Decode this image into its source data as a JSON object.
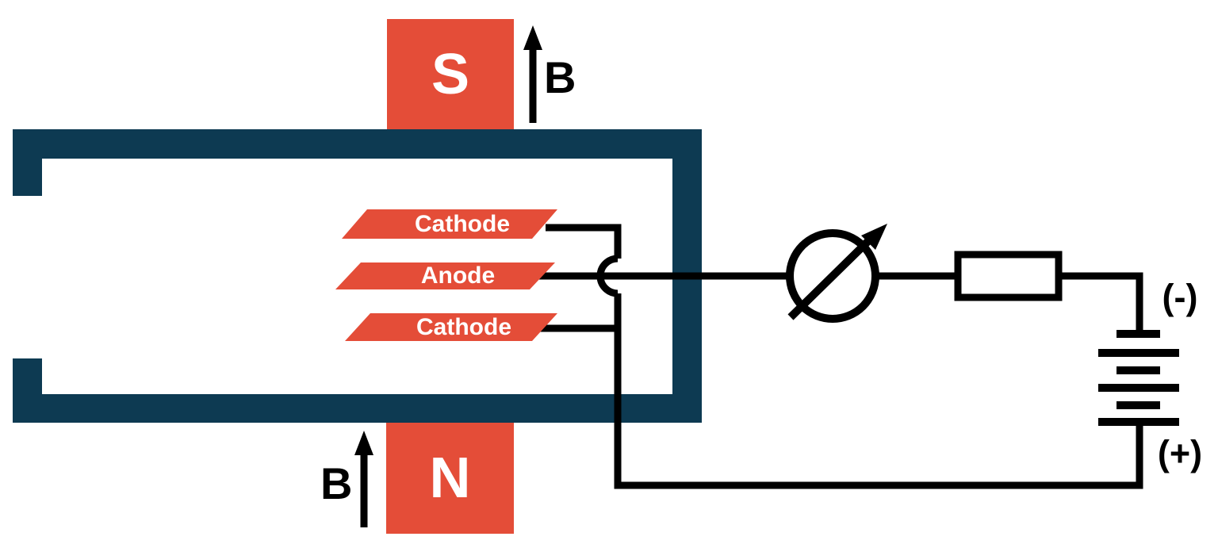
{
  "labels": {
    "magnet_top": "S",
    "magnet_bottom": "N",
    "field_top": "B",
    "field_bottom": "B",
    "electrode_top": "Cathode",
    "electrode_middle": "Anode",
    "electrode_bottom": "Cathode",
    "battery_negative": "(-)",
    "battery_positive": "(+)"
  },
  "icons": {
    "meter": "variable-meter-icon",
    "resistor": "resistor-icon",
    "battery": "battery-cells-icon",
    "field_arrows": "up-arrow-icon"
  },
  "colors": {
    "magnet_red": "#E44D38",
    "chamber_teal": "#0D3A52",
    "wire_black": "#000000",
    "label_white": "#FFFFFF",
    "background": "#FFFFFF"
  }
}
